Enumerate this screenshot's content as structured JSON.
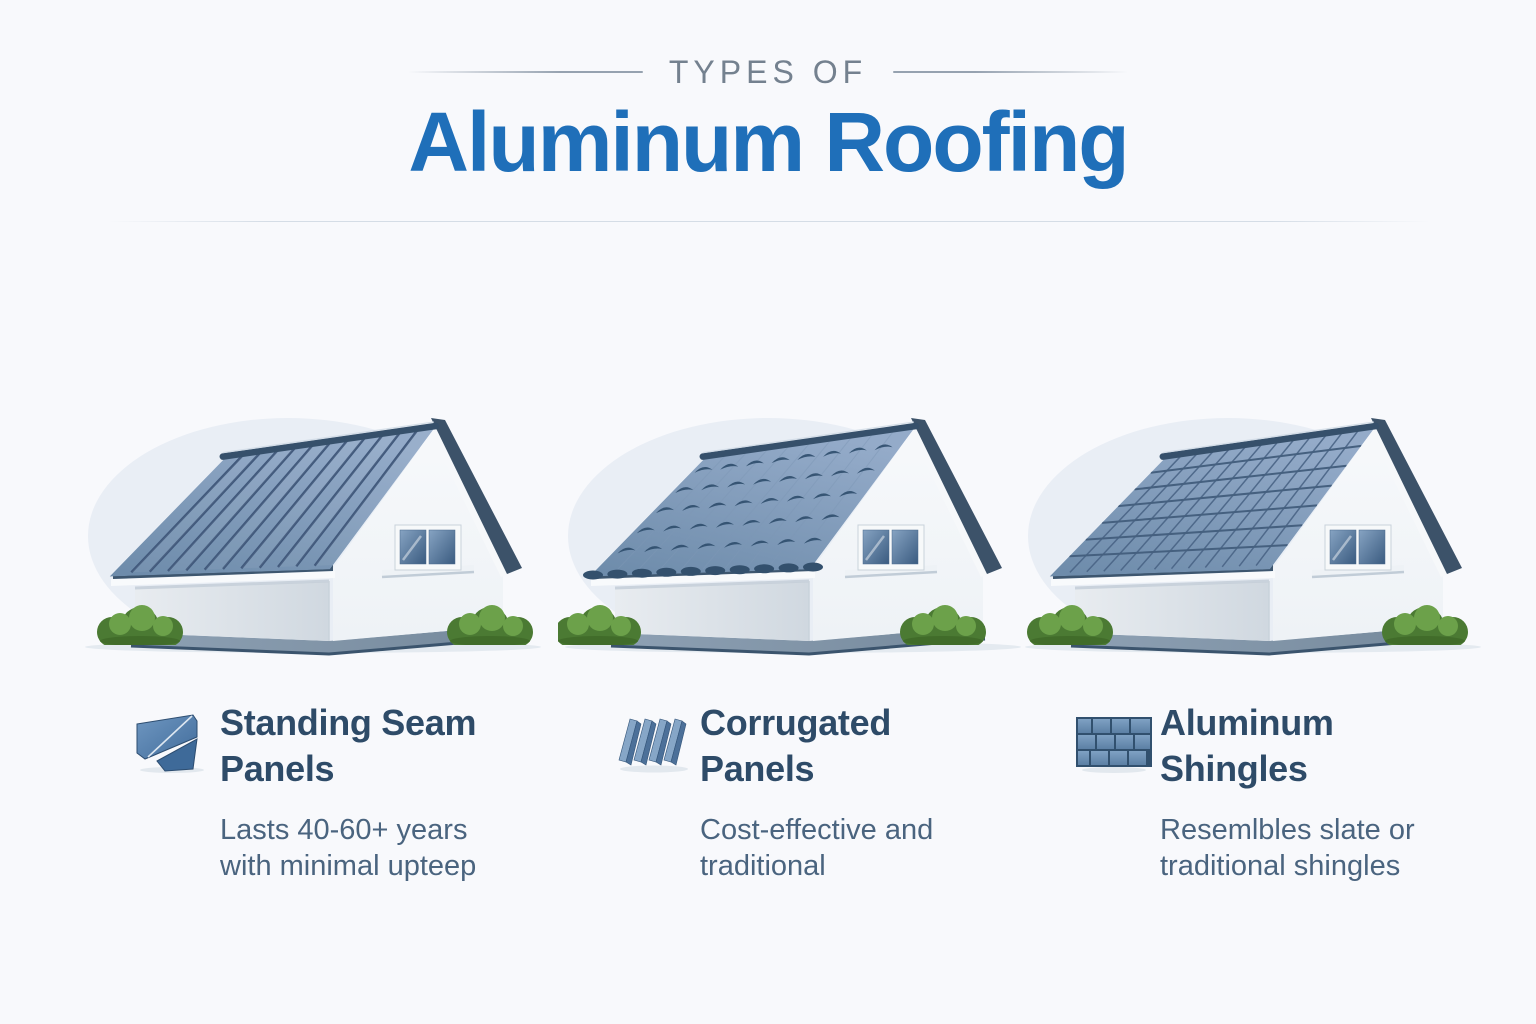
{
  "page": {
    "background": "#f8f9fc"
  },
  "header": {
    "eyebrow": "TYPES OF",
    "title": "Aluminum Roofing"
  },
  "sections": [
    {
      "roof": "standing-seam",
      "icon": "standing-seam-panel-icon",
      "title_line1": "Standing Seam",
      "title_line2": "Panels",
      "description_line1": "Lasts 40-60+ years",
      "description_line2": "with minimal upteep"
    },
    {
      "roof": "corrugated",
      "icon": "corrugated-panel-icon",
      "title_line1": "Corrugated",
      "title_line2": "Panels",
      "description_line1": "Cost-effective and",
      "description_line2": "traditional"
    },
    {
      "roof": "shingles",
      "icon": "aluminum-shingles-icon",
      "title_line1": "Aluminum",
      "title_line2": "Shingles",
      "description_line1": "Resemlbles slate or",
      "description_line2": "traditional shingles"
    }
  ],
  "colors": {
    "accent_blue": "#1f6fb9",
    "eyebrow_gray": "#74818f",
    "heading_navy": "#2e4b68",
    "body_slate": "#4a647f",
    "roof_blue": "#7f9cbd",
    "roof_seam_dark": "#41597c",
    "wall_light": "#e8ecf0",
    "foundation_gray": "#75899c",
    "bush_green_light": "#6ca14a",
    "bush_green_dark": "#4b7a33",
    "background": "#f8f9fc"
  }
}
